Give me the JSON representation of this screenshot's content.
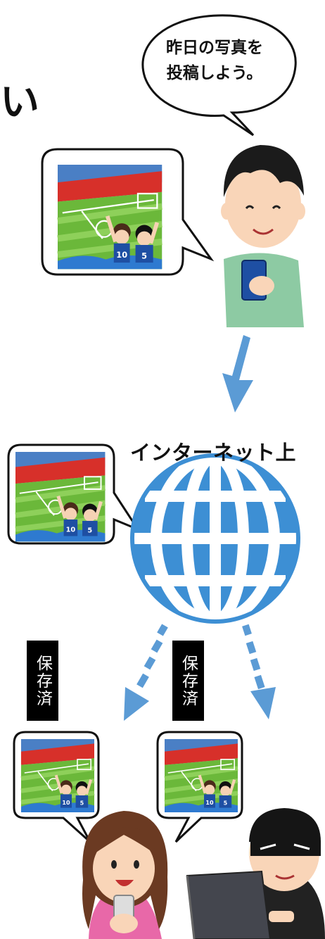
{
  "heading": {
    "trailing_char": "い"
  },
  "poster": {
    "speech": "昨日の写真を投稿しよう。"
  },
  "internet": {
    "label": "インターネット上"
  },
  "saved": {
    "left_label": "保存済",
    "right_label": "保存済"
  },
  "photo": {
    "player_numbers": [
      "10",
      "5"
    ]
  },
  "colors": {
    "arrow": "#5b9bd5",
    "globe": "#3d8fd4",
    "grass": "#6bb83a",
    "jersey": "#1e4fa3",
    "shirt_poster": "#8dcaa3",
    "shirt_viewer": "#e868a8",
    "thief_clothes": "#222222"
  }
}
